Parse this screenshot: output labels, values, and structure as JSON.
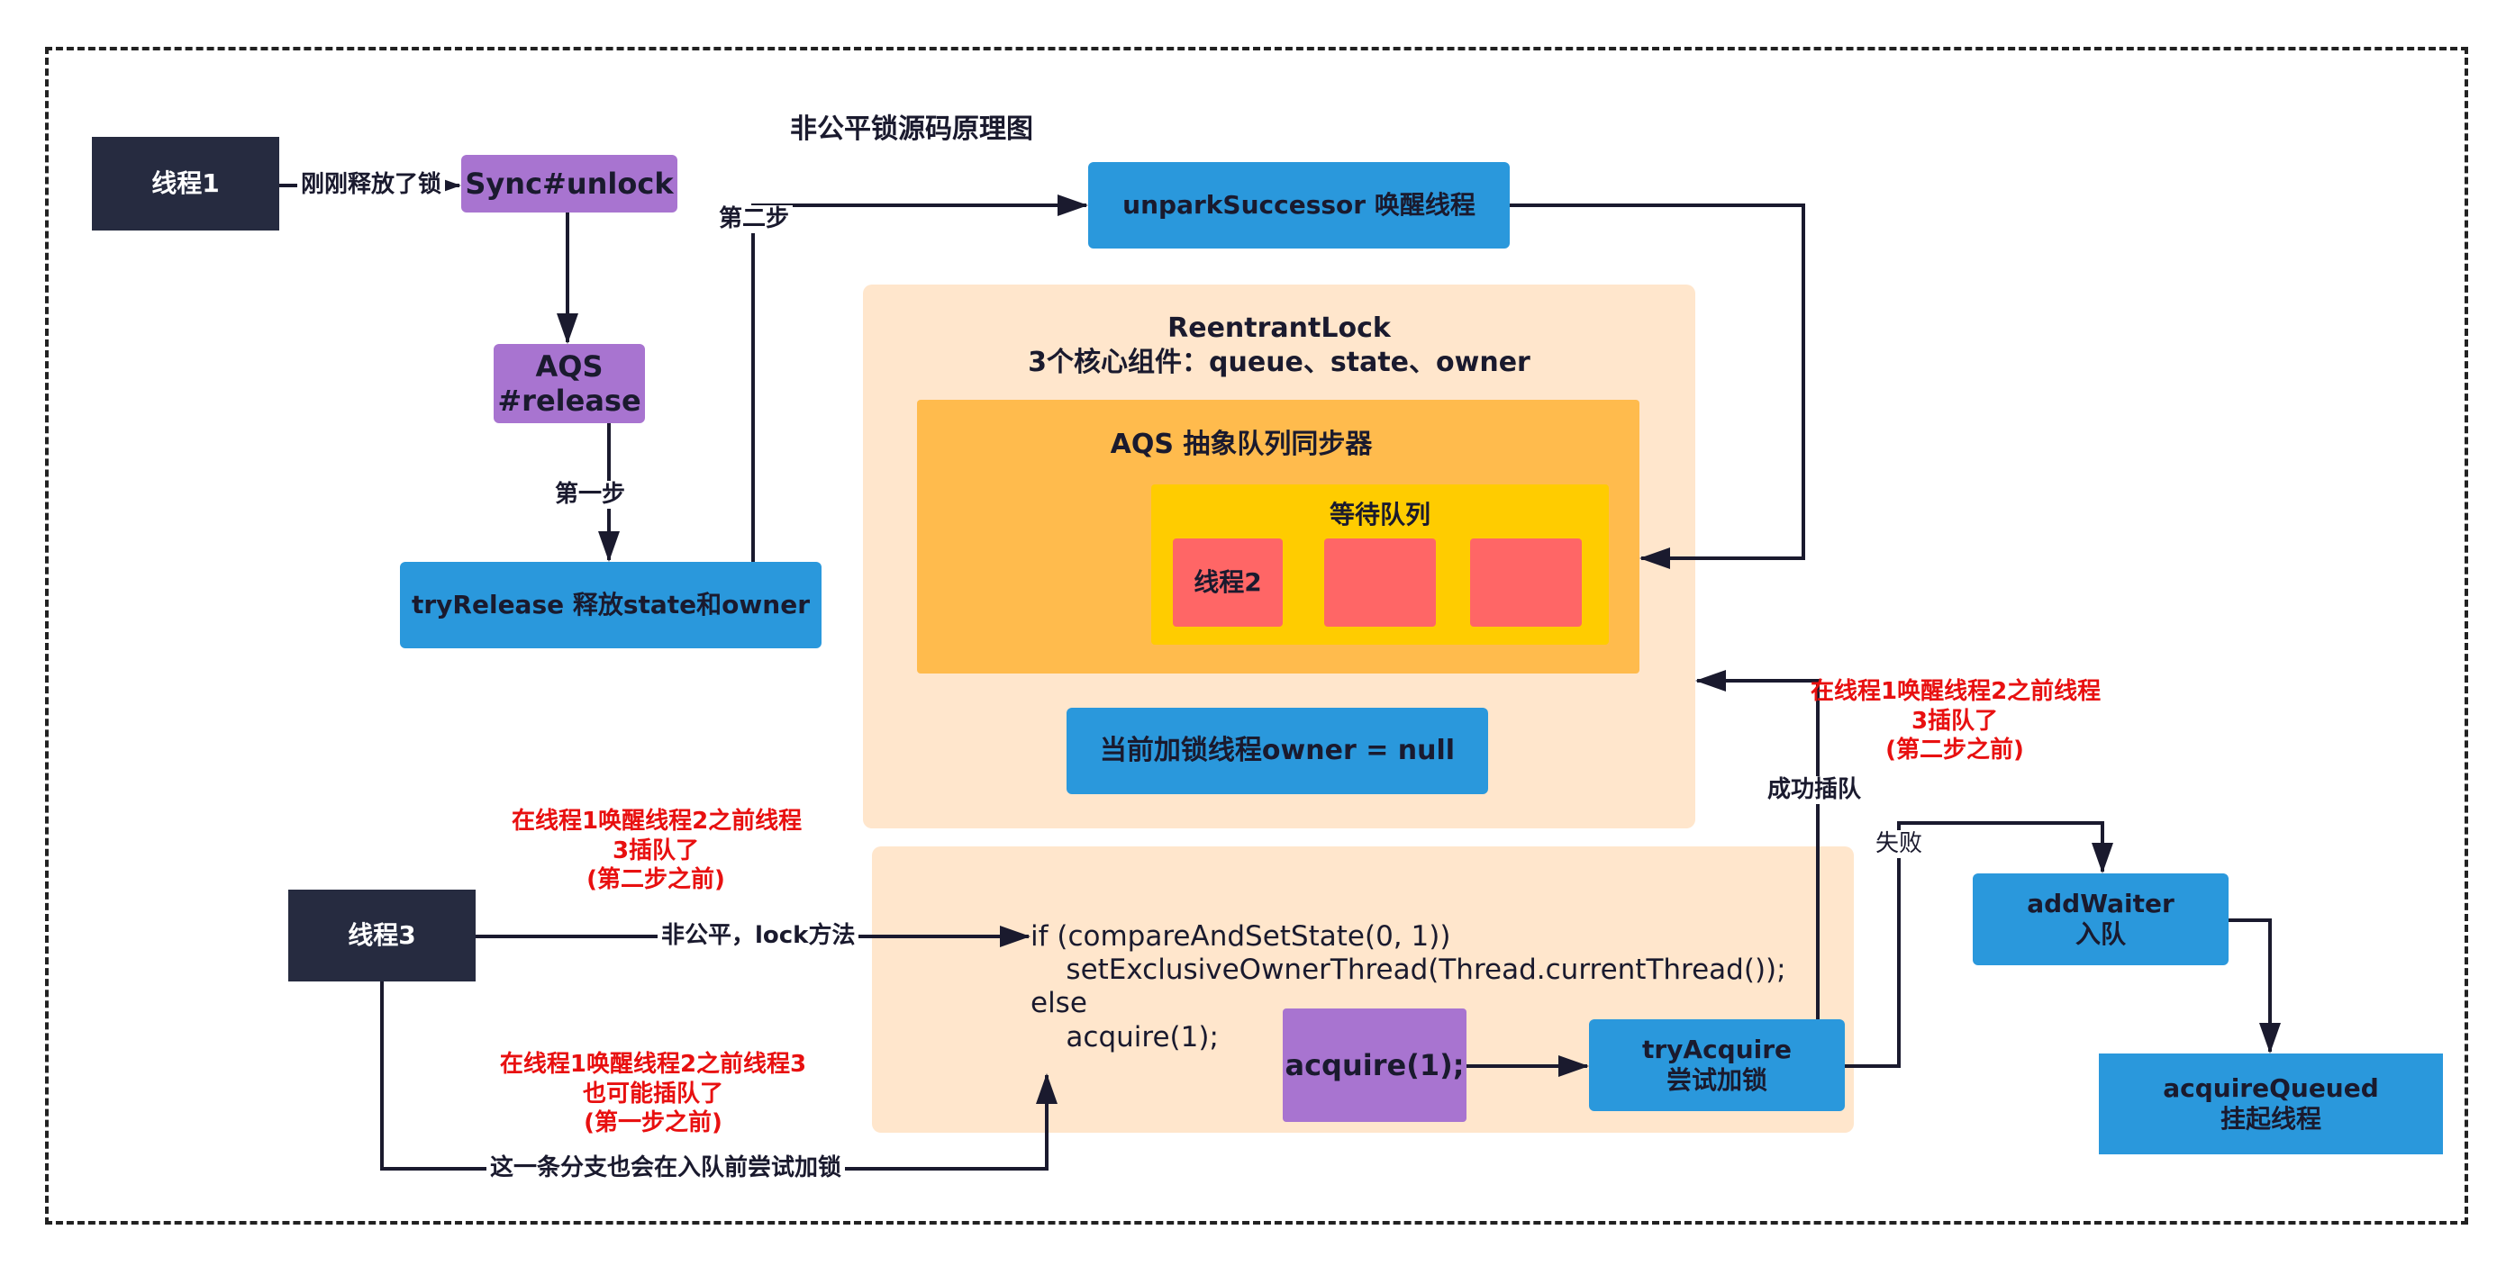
{
  "title": "非公平锁源码原理图",
  "thread1": "线程1",
  "thread3": "线程3",
  "sync_unlock": "Sync#unlock",
  "aqs_release": [
    "AQS",
    "#release"
  ],
  "try_release": "tryRelease 释放state和owner",
  "unpark": "unparkSuccessor 唤醒线程",
  "reentrant": {
    "title": "ReentrantLock",
    "subtitle": "3个核心组件：queue、state、owner",
    "aqs": "AQS 抽象队列同步器",
    "queue_title": "等待队列",
    "queue_items": [
      "线程2",
      "",
      ""
    ],
    "owner": "当前加锁线程owner = null"
  },
  "edge_labels": {
    "just_released": "刚刚释放了锁",
    "step1": "第一步",
    "step2": "第二步",
    "nonfair": "非公平，lock方法",
    "branch_try": "这一条分支也会在入队前尝试加锁",
    "success_insert": "成功插队",
    "fail": "失败"
  },
  "red_notes": {
    "right": [
      "在线程1唤醒线程2之前线程",
      "3插队了",
      "(第二步之前)"
    ],
    "left_top": [
      "在线程1唤醒线程2之前线程",
      "3插队了",
      "(第二步之前)"
    ],
    "left_bottom": [
      "在线程1唤醒线程2之前线程3",
      "也可能插队了",
      "(第一步之前)"
    ]
  },
  "code_lines": [
    "if (compareAndSetState(0, 1))",
    "    setExclusiveOwnerThread(Thread.currentThread());",
    "else",
    "    acquire(1);"
  ],
  "acquire_box": "acquire(1);",
  "try_acquire": [
    "tryAcquire",
    "尝试加锁"
  ],
  "add_waiter": [
    "addWaiter",
    "入队"
  ],
  "acquire_queued": [
    "acquireQueued",
    "挂起线程"
  ],
  "colors": {
    "dark": "#262b40",
    "purple": "#a874d0",
    "blue": "#2a98dc",
    "peach": "#ffe6cc",
    "orange": "#ffbb4d",
    "yellow": "#ffcc00",
    "red_box": "#ff6666",
    "red_text": "#e81010"
  }
}
